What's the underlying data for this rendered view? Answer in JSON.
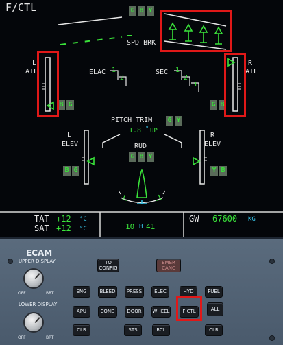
{
  "display": {
    "title": "F/CTL",
    "spd_brk_label": "SPD BRK",
    "hyd_top": [
      "G",
      "B",
      "Y"
    ],
    "l_ail": {
      "side": "L",
      "label": "AIL",
      "hyd": [
        "B",
        "G"
      ]
    },
    "r_ail": {
      "side": "R",
      "label": "AIL",
      "hyd": [
        "G",
        "B"
      ]
    },
    "elac": {
      "label": "ELAC",
      "n1": "1",
      "n2": "2"
    },
    "sec": {
      "label": "SEC",
      "n1": "1",
      "n2": "2",
      "n3": "3"
    },
    "pitch_trim": {
      "label": "PITCH TRIM",
      "value": "1.8",
      "deg": "°",
      "dir": "UP",
      "hyd": [
        "G",
        "Y"
      ]
    },
    "l_elev": {
      "side": "L",
      "label": "ELEV",
      "hyd": [
        "B",
        "G"
      ]
    },
    "r_elev": {
      "side": "R",
      "label": "ELEV",
      "hyd": [
        "Y",
        "B"
      ]
    },
    "rud": {
      "label": "RUD",
      "hyd": [
        "G",
        "B",
        "Y"
      ]
    },
    "tat": {
      "label": "TAT",
      "value": "+12",
      "unit": "°C"
    },
    "sat": {
      "label": "SAT",
      "value": "+12",
      "unit": "°C"
    },
    "time": {
      "h": "10",
      "sep": "H",
      "m": "41"
    },
    "gw": {
      "label": "GW",
      "value": "67600",
      "unit": "KG"
    }
  },
  "panel": {
    "title": "ECAM",
    "upper_display": "UPPER DISPLAY",
    "lower_display": "LOWER DISPLAY",
    "off": "OFF",
    "brt": "BRT",
    "to_config": [
      "TO",
      "CONFIG"
    ],
    "emer_canc": [
      "EMER",
      "CANC"
    ],
    "row1": [
      "ENG",
      "BLEED",
      "PRESS",
      "ELEC",
      "HYD",
      "FUEL"
    ],
    "row2": [
      "APU",
      "COND",
      "DOOR",
      "WHEEL",
      "F CTL",
      "ALL"
    ],
    "row3": [
      "CLR",
      "STS",
      "RCL",
      "CLR"
    ]
  },
  "colors": {
    "green": "#3ae23a",
    "cyan": "#38c4e8",
    "white": "#e8e8e8",
    "highlight": "#e01818"
  }
}
